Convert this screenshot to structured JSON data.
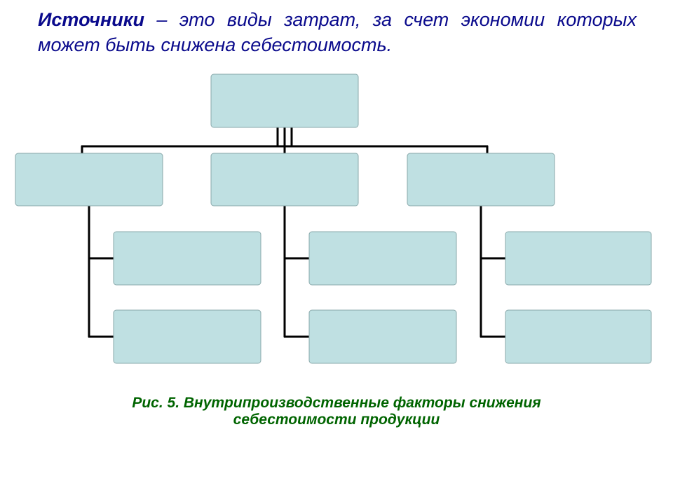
{
  "intro": {
    "term": "Источники",
    "definition": " – это виды затрат, за счет экономии которых может быть снижена себестоимость."
  },
  "caption": {
    "line1": "Рис. 5.  Внутрипроизводственные факторы снижения",
    "line2": "себестоимости продукции"
  },
  "diagram": {
    "root": {
      "label": ""
    },
    "branches": [
      {
        "label": "",
        "children": [
          {
            "label": ""
          },
          {
            "label": ""
          }
        ]
      },
      {
        "label": "",
        "children": [
          {
            "label": ""
          },
          {
            "label": ""
          }
        ]
      },
      {
        "label": "",
        "children": [
          {
            "label": ""
          },
          {
            "label": ""
          }
        ]
      }
    ]
  },
  "colors": {
    "intro_text": "#0a0a8c",
    "caption_text": "#006400",
    "box_fill": "#bfe0e2",
    "connector": "#000000"
  }
}
